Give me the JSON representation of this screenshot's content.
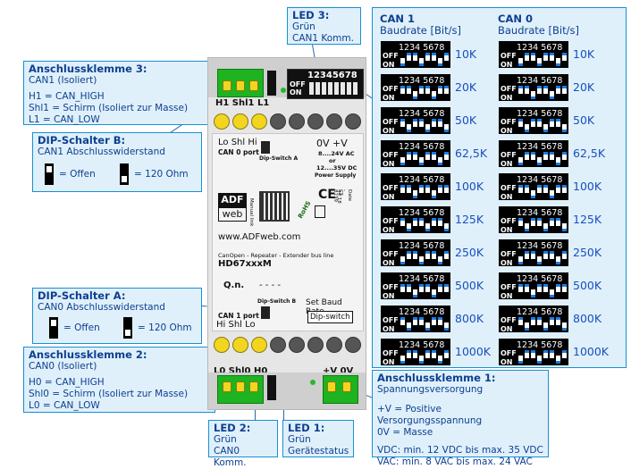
{
  "led3": {
    "title": "LED 3:",
    "l1": "Grün",
    "l2": "CAN1 Komm."
  },
  "klemme3": {
    "title": "Anschlussklemme 3:",
    "sub": "CAN1 (Isoliert)",
    "lines": [
      "H1  = CAN_HIGH",
      "Shl1 = Schirm (Isoliert zur Masse)",
      "L1  = CAN_LOW"
    ]
  },
  "dipb": {
    "title": "DIP-Schalter B:",
    "sub": "CAN1 Abschlusswiderstand",
    "offen": "= Offen",
    "ohm": "= 120 Ohm"
  },
  "dipa": {
    "title": "DIP-Schalter A:",
    "sub": "CAN0 Abschlusswiderstand",
    "offen": "= Offen",
    "ohm": "= 120 Ohm"
  },
  "klemme2": {
    "title": "Anschlussklemme 2:",
    "sub": "CAN0 (Isoliert)",
    "lines": [
      "H0   = CAN_HIGH",
      "Shl0 = Schirm (Isoliert zur Masse)",
      "L0   = CAN_LOW"
    ]
  },
  "led2": {
    "title": "LED 2:",
    "l1": "Grün",
    "l2": "CAN0 Komm."
  },
  "led1": {
    "title": "LED 1:",
    "l1": "Grün",
    "l2": "Gerätestatus"
  },
  "klemme1": {
    "title": "Anschlussklemme 1:",
    "sub": "Spannungsversorgung",
    "lines": [
      "+V = Positive Versorgungsspannung",
      "0V = Masse"
    ],
    "vdc": "VDC: min. 12 VDC bis max. 35 VDC",
    "vac": "VAC: min.   8 VAC bis max.  24 VAC"
  },
  "baud": {
    "can1": {
      "title": "CAN 1",
      "sub": "Baudrate [Bit/s]"
    },
    "can0": {
      "title": "CAN 0",
      "sub": "Baudrate [Bit/s]"
    },
    "rates": [
      "10K",
      "20K",
      "50K",
      "62,5K",
      "100K",
      "125K",
      "250K",
      "500K",
      "800K",
      "1000K"
    ]
  },
  "device": {
    "top_labels": "H1  Shl1  L1",
    "bottom_left_labels": "L0  Shl0  H0",
    "bottom_right_labels": "+V  0V",
    "dip_top": "12345678",
    "dip_off": "OFF",
    "dip_on": "ON",
    "can0port": "Lo Shl Hi",
    "can0port_sub": "CAN 0 port",
    "dip_a": "Dip-Switch A",
    "power_v": "0V  +V",
    "power_ac": "8....24V AC",
    "power_or": "or",
    "power_dc": "12....35V DC",
    "power_label": "Power Supply",
    "logo1": "ADF",
    "logo2": "web",
    "manual": "Manual link",
    "url": "www.ADFweb.com",
    "product_desc": "CanOpen - Repeater - Extender bus line",
    "product_code": "HD67xxxM",
    "qn": "Q.n.",
    "qn_val": "- - - -",
    "dip_b": "Dip-Switch B",
    "set_baud": "Set Baud Rate",
    "dip_switch": "Dip-switch",
    "can1port_sub": "CAN 1 port",
    "can1port": "Hi  Shl  Lo",
    "ce": "CE",
    "rohs": "RoHS",
    "code_c5": "C5 - 8199",
    "code_date": "Date - 44.18"
  }
}
